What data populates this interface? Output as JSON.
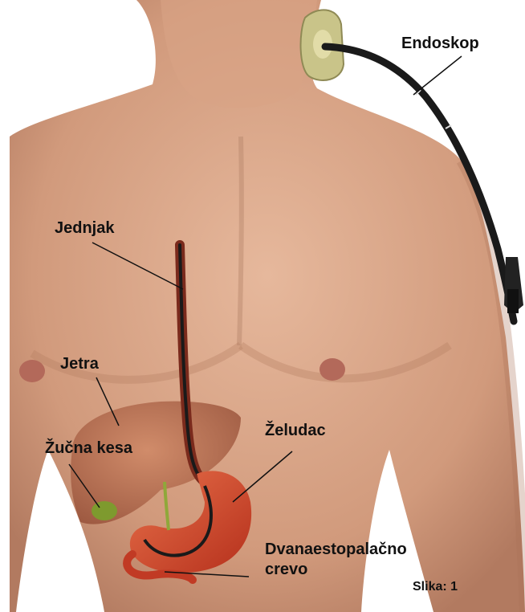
{
  "labels": {
    "endoscope": "Endoskop",
    "esophagus": "Jednjak",
    "liver": "Jetra",
    "gallbladder": "Žučna kesa",
    "stomach": "Želudac",
    "duodenum_line1": "Dvanaestopalačno",
    "duodenum_line2": "crevo"
  },
  "caption": "Slika: 1",
  "colors": {
    "skin": "#dba68a",
    "skin_shadow": "#b98268",
    "liver": "#b4694f",
    "gallbladder": "#7e9a2e",
    "stomach": "#d24a2c",
    "endoscope": "#1a1a1a",
    "mouthpiece": "#c9c489"
  },
  "icons": [
    "human-torso-illustration",
    "endoscope-tube",
    "mouth-guard"
  ]
}
